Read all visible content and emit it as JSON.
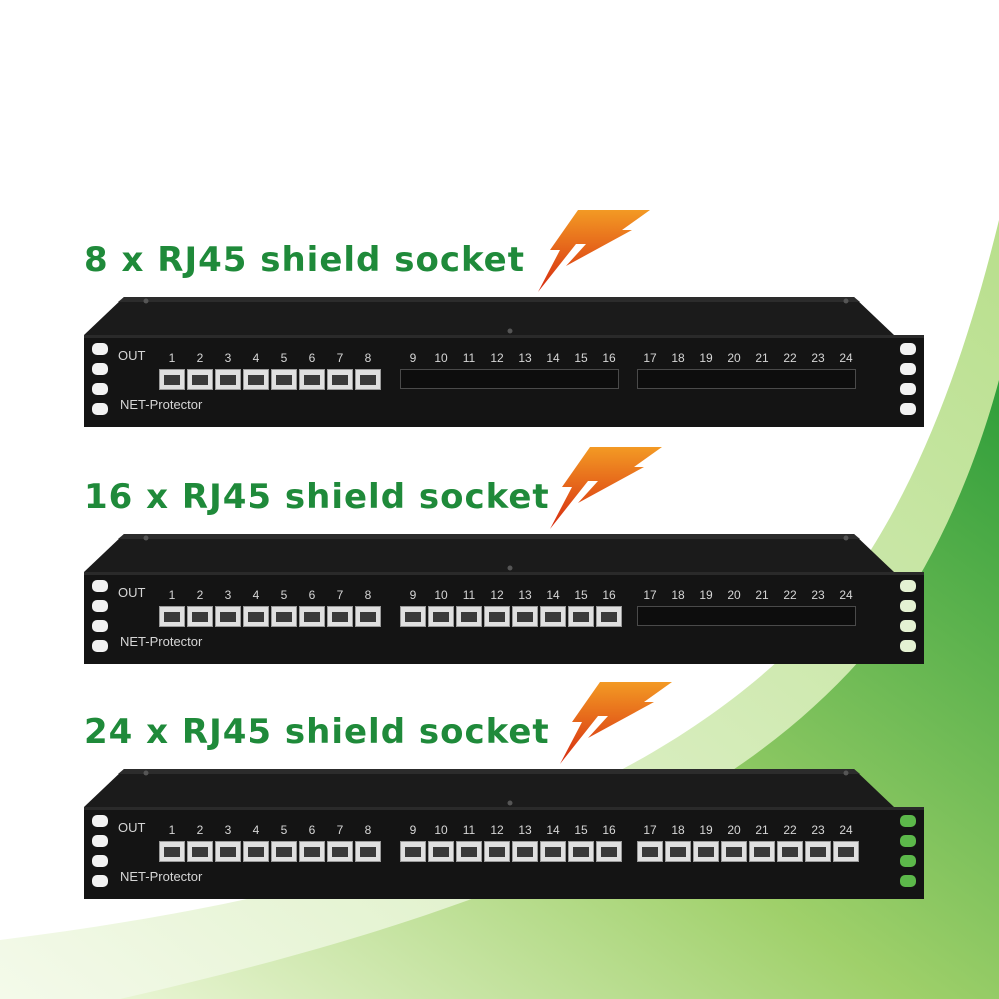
{
  "products": [
    {
      "caption": "8 x RJ45 shield socket",
      "active_ports": 8,
      "panel": {
        "out_label": "OUT",
        "brand_label": "NET-Protector",
        "port_numbers": [
          "1",
          "2",
          "3",
          "4",
          "5",
          "6",
          "7",
          "8",
          "9",
          "10",
          "11",
          "12",
          "13",
          "14",
          "15",
          "16",
          "17",
          "18",
          "19",
          "20",
          "21",
          "22",
          "23",
          "24"
        ]
      }
    },
    {
      "caption": "16 x RJ45 shield socket",
      "active_ports": 16,
      "panel": {
        "out_label": "OUT",
        "brand_label": "NET-Protector",
        "port_numbers": [
          "1",
          "2",
          "3",
          "4",
          "5",
          "6",
          "7",
          "8",
          "9",
          "10",
          "11",
          "12",
          "13",
          "14",
          "15",
          "16",
          "17",
          "18",
          "19",
          "20",
          "21",
          "22",
          "23",
          "24"
        ]
      }
    },
    {
      "caption": "24 x RJ45 shield socket",
      "active_ports": 24,
      "panel": {
        "out_label": "OUT",
        "brand_label": "NET-Protector",
        "port_numbers": [
          "1",
          "2",
          "3",
          "4",
          "5",
          "6",
          "7",
          "8",
          "9",
          "10",
          "11",
          "12",
          "13",
          "14",
          "15",
          "16",
          "17",
          "18",
          "19",
          "20",
          "21",
          "22",
          "23",
          "24"
        ]
      }
    }
  ],
  "icons": {
    "bolt": "lightning-bolt-icon",
    "port": "rj45-port-icon"
  },
  "colors": {
    "caption_green": "#1f8a3a",
    "swoosh_green": "#3aa83a",
    "bolt_orange": "#f07a1a",
    "bolt_red": "#d62a10",
    "panel_black": "#141414"
  }
}
